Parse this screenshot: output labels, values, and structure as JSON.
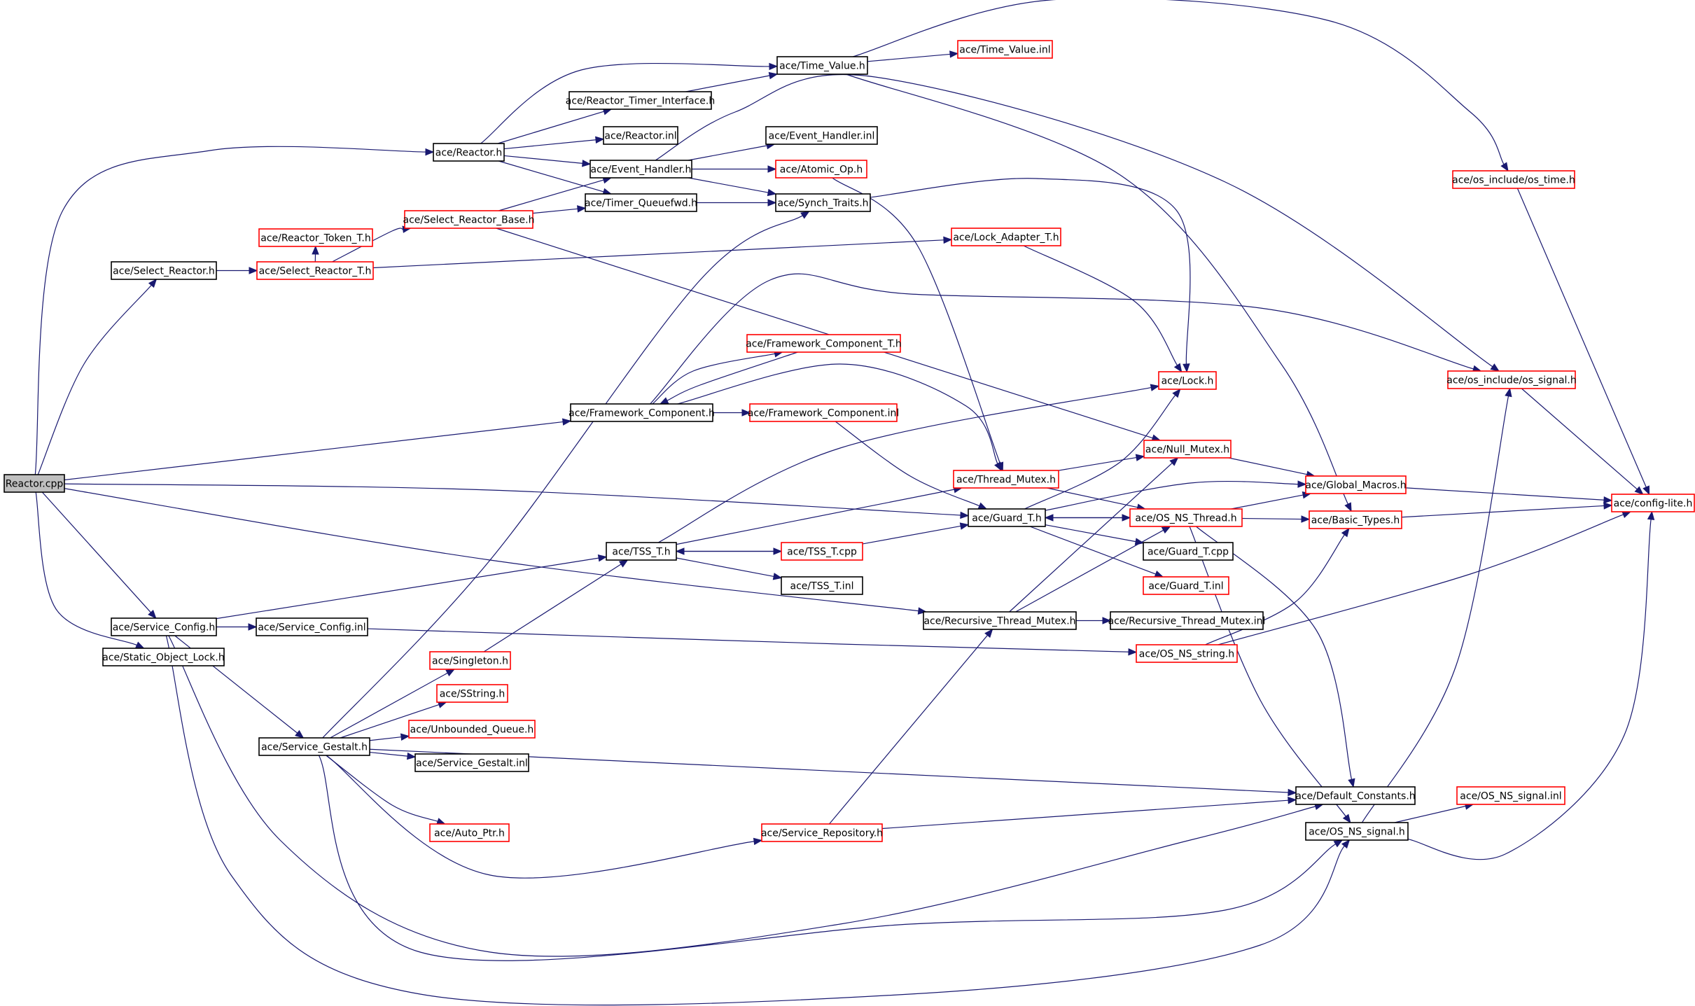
{
  "graph": {
    "root": "Reactor.cpp",
    "colors": {
      "root_fill": "#bfbfbf",
      "internal_border": "#000000",
      "external_border": "#ff0000",
      "edge": "#191970"
    },
    "nodes": [
      {
        "id": "reactor_cpp",
        "label": "Reactor.cpp",
        "style": "root"
      },
      {
        "id": "reactor_h",
        "label": "ace/Reactor.h",
        "style": "black"
      },
      {
        "id": "select_reactor_h",
        "label": "ace/Select_Reactor.h",
        "style": "black"
      },
      {
        "id": "service_config_h",
        "label": "ace/Service_Config.h",
        "style": "black"
      },
      {
        "id": "static_object_lock_h",
        "label": "ace/Static_Object_Lock.h",
        "style": "black"
      },
      {
        "id": "reactor_token_t_h",
        "label": "ace/Reactor_Token_T.h",
        "style": "red"
      },
      {
        "id": "select_reactor_t_h",
        "label": "ace/Select_Reactor_T.h",
        "style": "red"
      },
      {
        "id": "select_reactor_base_h",
        "label": "ace/Select_Reactor_Base.h",
        "style": "red"
      },
      {
        "id": "reactor_timer_interface_h",
        "label": "ace/Reactor_Timer_Interface.h",
        "style": "black"
      },
      {
        "id": "reactor_inl",
        "label": "ace/Reactor.inl",
        "style": "black"
      },
      {
        "id": "event_handler_h",
        "label": "ace/Event_Handler.h",
        "style": "black"
      },
      {
        "id": "timer_queuefwd_h",
        "label": "ace/Timer_Queuefwd.h",
        "style": "black"
      },
      {
        "id": "time_value_h",
        "label": "ace/Time_Value.h",
        "style": "black"
      },
      {
        "id": "time_value_inl",
        "label": "ace/Time_Value.inl",
        "style": "red"
      },
      {
        "id": "event_handler_inl",
        "label": "ace/Event_Handler.inl",
        "style": "black"
      },
      {
        "id": "atomic_op_h",
        "label": "ace/Atomic_Op.h",
        "style": "red"
      },
      {
        "id": "synch_traits_h",
        "label": "ace/Synch_Traits.h",
        "style": "black"
      },
      {
        "id": "lock_adapter_t_h",
        "label": "ace/Lock_Adapter_T.h",
        "style": "red"
      },
      {
        "id": "os_time_h",
        "label": "ace/os_include/os_time.h",
        "style": "red"
      },
      {
        "id": "framework_component_t_h",
        "label": "ace/Framework_Component_T.h",
        "style": "red"
      },
      {
        "id": "framework_component_h",
        "label": "ace/Framework_Component.h",
        "style": "black"
      },
      {
        "id": "framework_component_inl",
        "label": "ace/Framework_Component.inl",
        "style": "red"
      },
      {
        "id": "lock_h",
        "label": "ace/Lock.h",
        "style": "red"
      },
      {
        "id": "os_signal_h",
        "label": "ace/os_include/os_signal.h",
        "style": "red"
      },
      {
        "id": "null_mutex_h",
        "label": "ace/Null_Mutex.h",
        "style": "red"
      },
      {
        "id": "thread_mutex_h",
        "label": "ace/Thread_Mutex.h",
        "style": "red"
      },
      {
        "id": "global_macros_h",
        "label": "ace/Global_Macros.h",
        "style": "red"
      },
      {
        "id": "config_lite_h",
        "label": "ace/config-lite.h",
        "style": "red"
      },
      {
        "id": "guard_t_h",
        "label": "ace/Guard_T.h",
        "style": "black"
      },
      {
        "id": "os_ns_thread_h",
        "label": "ace/OS_NS_Thread.h",
        "style": "red"
      },
      {
        "id": "basic_types_h",
        "label": "ace/Basic_Types.h",
        "style": "red"
      },
      {
        "id": "tss_t_h",
        "label": "ace/TSS_T.h",
        "style": "black"
      },
      {
        "id": "tss_t_cpp",
        "label": "ace/TSS_T.cpp",
        "style": "red"
      },
      {
        "id": "guard_t_cpp",
        "label": "ace/Guard_T.cpp",
        "style": "black"
      },
      {
        "id": "tss_t_inl",
        "label": "ace/TSS_T.inl",
        "style": "black"
      },
      {
        "id": "guard_t_inl",
        "label": "ace/Guard_T.inl",
        "style": "red"
      },
      {
        "id": "service_config_inl",
        "label": "ace/Service_Config.inl",
        "style": "black"
      },
      {
        "id": "recursive_thread_mutex_h",
        "label": "ace/Recursive_Thread_Mutex.h",
        "style": "black"
      },
      {
        "id": "recursive_thread_mutex_inl",
        "label": "ace/Recursive_Thread_Mutex.inl",
        "style": "black"
      },
      {
        "id": "singleton_h",
        "label": "ace/Singleton.h",
        "style": "red"
      },
      {
        "id": "os_ns_string_h",
        "label": "ace/OS_NS_string.h",
        "style": "red"
      },
      {
        "id": "sstring_h",
        "label": "ace/SString.h",
        "style": "red"
      },
      {
        "id": "unbounded_queue_h",
        "label": "ace/Unbounded_Queue.h",
        "style": "red"
      },
      {
        "id": "service_gestalt_h",
        "label": "ace/Service_Gestalt.h",
        "style": "black"
      },
      {
        "id": "service_gestalt_inl",
        "label": "ace/Service_Gestalt.inl",
        "style": "black"
      },
      {
        "id": "default_constants_h",
        "label": "ace/Default_Constants.h",
        "style": "black"
      },
      {
        "id": "os_ns_signal_inl",
        "label": "ace/OS_NS_signal.inl",
        "style": "red"
      },
      {
        "id": "auto_ptr_h",
        "label": "ace/Auto_Ptr.h",
        "style": "red"
      },
      {
        "id": "service_repository_h",
        "label": "ace/Service_Repository.h",
        "style": "red"
      },
      {
        "id": "os_ns_signal_h",
        "label": "ace/OS_NS_signal.h",
        "style": "black"
      }
    ],
    "edges": [
      [
        "reactor_cpp",
        "reactor_h"
      ],
      [
        "reactor_cpp",
        "select_reactor_h"
      ],
      [
        "reactor_cpp",
        "framework_component_h"
      ],
      [
        "reactor_cpp",
        "guard_t_h"
      ],
      [
        "reactor_cpp",
        "recursive_thread_mutex_h"
      ],
      [
        "reactor_cpp",
        "service_config_h"
      ],
      [
        "reactor_cpp",
        "static_object_lock_h"
      ],
      [
        "reactor_h",
        "time_value_h"
      ],
      [
        "reactor_h",
        "reactor_timer_interface_h"
      ],
      [
        "reactor_h",
        "reactor_inl"
      ],
      [
        "reactor_h",
        "event_handler_h"
      ],
      [
        "reactor_h",
        "timer_queuefwd_h"
      ],
      [
        "select_reactor_h",
        "select_reactor_t_h"
      ],
      [
        "select_reactor_t_h",
        "reactor_token_t_h"
      ],
      [
        "select_reactor_t_h",
        "select_reactor_base_h"
      ],
      [
        "select_reactor_t_h",
        "lock_adapter_t_h"
      ],
      [
        "select_reactor_base_h",
        "event_handler_h"
      ],
      [
        "select_reactor_base_h",
        "timer_queuefwd_h"
      ],
      [
        "select_reactor_base_h",
        "null_mutex_h"
      ],
      [
        "reactor_timer_interface_h",
        "time_value_h"
      ],
      [
        "time_value_h",
        "time_value_inl"
      ],
      [
        "time_value_h",
        "os_time_h"
      ],
      [
        "time_value_h",
        "basic_types_h"
      ],
      [
        "event_handler_h",
        "event_handler_inl"
      ],
      [
        "event_handler_h",
        "atomic_op_h"
      ],
      [
        "event_handler_h",
        "synch_traits_h"
      ],
      [
        "event_handler_h",
        "os_signal_h"
      ],
      [
        "timer_queuefwd_h",
        "synch_traits_h"
      ],
      [
        "atomic_op_h",
        "thread_mutex_h"
      ],
      [
        "synch_traits_h",
        "lock_h"
      ],
      [
        "lock_adapter_t_h",
        "lock_h"
      ],
      [
        "os_time_h",
        "config_lite_h"
      ],
      [
        "os_signal_h",
        "config_lite_h"
      ],
      [
        "framework_component_h",
        "framework_component_t_h"
      ],
      [
        "framework_component_t_h",
        "framework_component_h"
      ],
      [
        "framework_component_h",
        "framework_component_inl"
      ],
      [
        "framework_component_h",
        "thread_mutex_h"
      ],
      [
        "framework_component_h",
        "os_signal_h"
      ],
      [
        "framework_component_inl",
        "guard_t_h"
      ],
      [
        "thread_mutex_h",
        "null_mutex_h"
      ],
      [
        "thread_mutex_h",
        "os_ns_thread_h"
      ],
      [
        "null_mutex_h",
        "global_macros_h"
      ],
      [
        "global_macros_h",
        "config_lite_h"
      ],
      [
        "basic_types_h",
        "config_lite_h"
      ],
      [
        "guard_t_h",
        "lock_h"
      ],
      [
        "guard_t_h",
        "global_macros_h"
      ],
      [
        "guard_t_h",
        "os_ns_thread_h"
      ],
      [
        "guard_t_h",
        "guard_t_cpp"
      ],
      [
        "guard_t_h",
        "guard_t_inl"
      ],
      [
        "os_ns_thread_h",
        "guard_t_h"
      ],
      [
        "os_ns_thread_h",
        "global_macros_h"
      ],
      [
        "os_ns_thread_h",
        "basic_types_h"
      ],
      [
        "os_ns_thread_h",
        "default_constants_h"
      ],
      [
        "os_ns_thread_h",
        "os_ns_signal_h"
      ],
      [
        "tss_t_h",
        "lock_h"
      ],
      [
        "tss_t_h",
        "thread_mutex_h"
      ],
      [
        "tss_t_h",
        "tss_t_cpp"
      ],
      [
        "tss_t_h",
        "tss_t_inl"
      ],
      [
        "tss_t_cpp",
        "tss_t_h"
      ],
      [
        "tss_t_cpp",
        "guard_t_h"
      ],
      [
        "recursive_thread_mutex_h",
        "recursive_thread_mutex_inl"
      ],
      [
        "recursive_thread_mutex_h",
        "null_mutex_h"
      ],
      [
        "recursive_thread_mutex_h",
        "os_ns_thread_h"
      ],
      [
        "service_config_h",
        "service_config_inl"
      ],
      [
        "service_config_h",
        "tss_t_h"
      ],
      [
        "service_config_h",
        "service_gestalt_h"
      ],
      [
        "service_config_h",
        "default_constants_h"
      ],
      [
        "service_config_h",
        "os_ns_signal_h"
      ],
      [
        "service_config_inl",
        "os_ns_string_h"
      ],
      [
        "os_ns_string_h",
        "basic_types_h"
      ],
      [
        "os_ns_string_h",
        "config_lite_h"
      ],
      [
        "singleton_h",
        "tss_t_h"
      ],
      [
        "service_gestalt_h",
        "synch_traits_h"
      ],
      [
        "service_gestalt_h",
        "singleton_h"
      ],
      [
        "service_gestalt_h",
        "sstring_h"
      ],
      [
        "service_gestalt_h",
        "unbounded_queue_h"
      ],
      [
        "service_gestalt_h",
        "service_gestalt_inl"
      ],
      [
        "service_gestalt_h",
        "auto_ptr_h"
      ],
      [
        "service_gestalt_h",
        "default_constants_h"
      ],
      [
        "service_gestalt_h",
        "service_repository_h"
      ],
      [
        "service_gestalt_h",
        "os_ns_signal_h"
      ],
      [
        "service_repository_h",
        "recursive_thread_mutex_h"
      ],
      [
        "service_repository_h",
        "default_constants_h"
      ],
      [
        "os_ns_signal_h",
        "os_ns_signal_inl"
      ],
      [
        "os_ns_signal_h",
        "os_signal_h"
      ],
      [
        "os_ns_signal_h",
        "config_lite_h"
      ]
    ]
  }
}
